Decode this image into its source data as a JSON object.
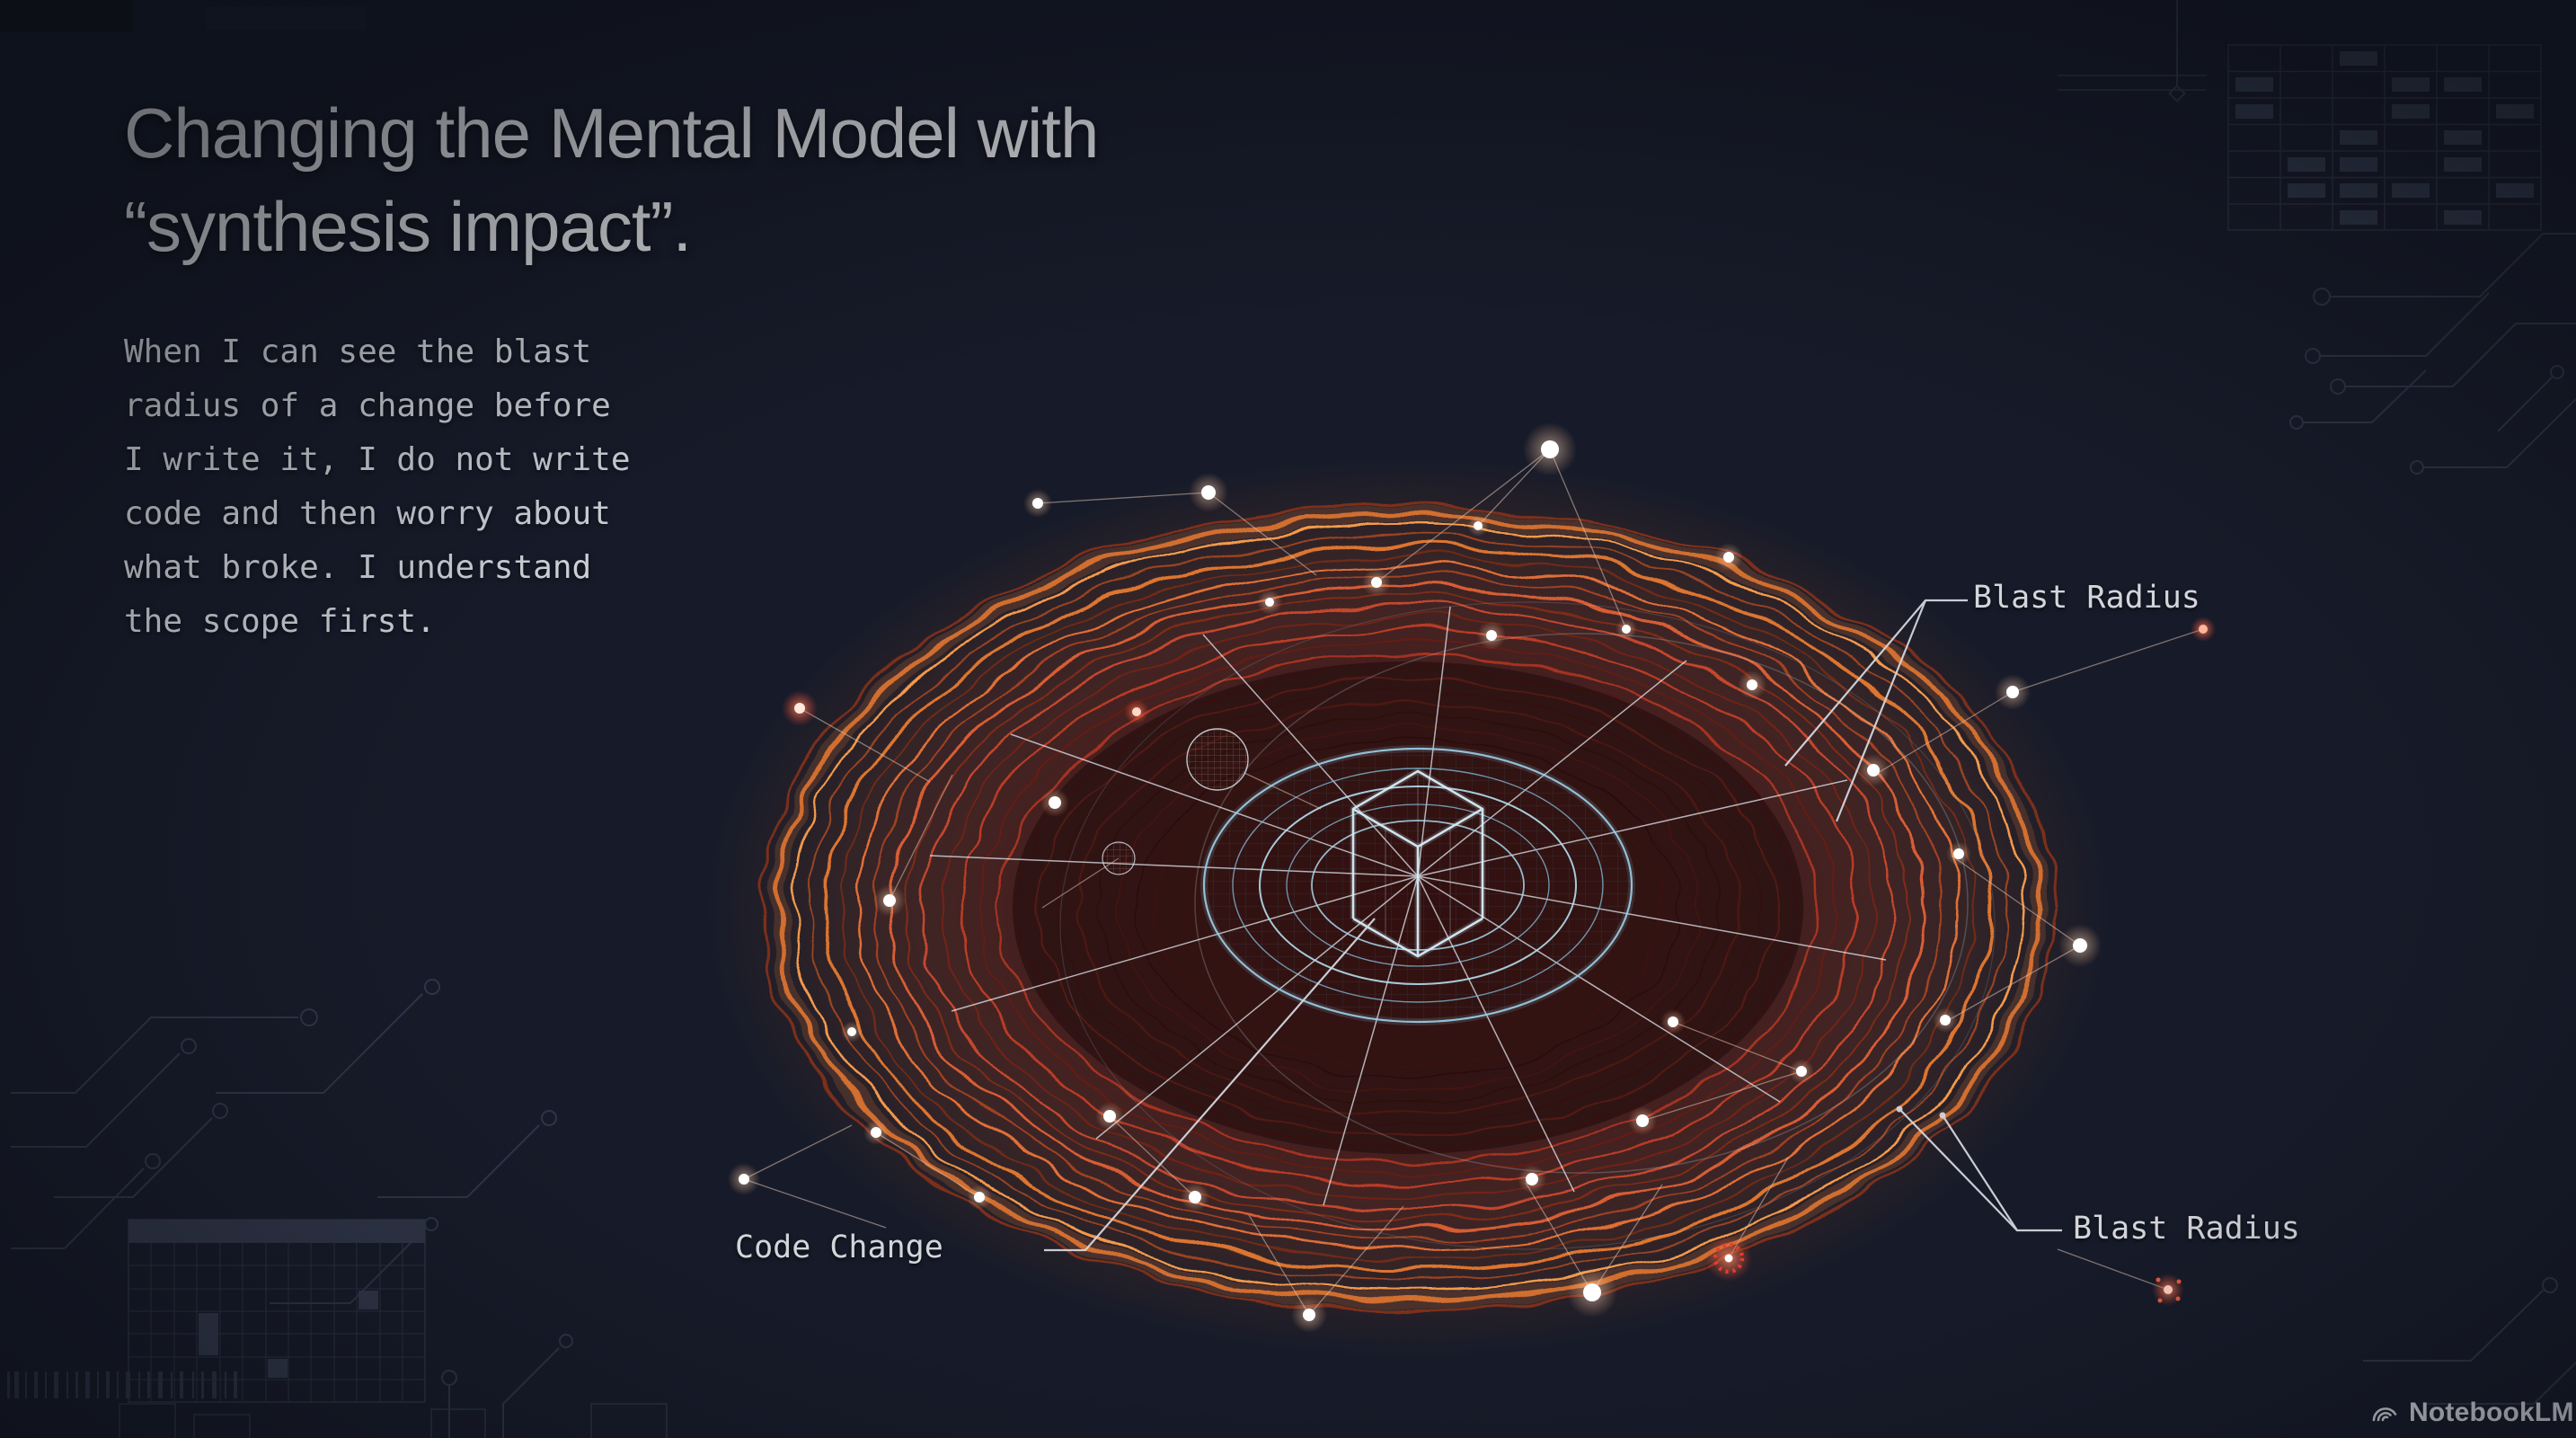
{
  "title": {
    "line1": "Changing the Mental Model with",
    "line2": "“synthesis impact”."
  },
  "quote": {
    "line1": "When I can see the blast",
    "line2": "radius of a change before",
    "line3": "I write it, I do not write",
    "line4": "code and then worry about",
    "line5": "what broke. I understand",
    "line6": "the scope first."
  },
  "labels": {
    "blast_radius_top": "Blast Radius",
    "blast_radius_bottom": "Blast Radius",
    "code_change": "Code Change"
  },
  "branding": {
    "logo_text": "NotebookLM",
    "logo_icon": "notebooklm-arcs-icon"
  },
  "diagram": {
    "center_icon": "wireframe-cube-icon"
  },
  "colors": {
    "background": "#171b29",
    "title_text": "#d8dade",
    "quote_text": "#ccced6",
    "label_text": "#d3d5db",
    "ring_orange": "#ff8c42",
    "ring_red": "#e0402a",
    "core_blue": "#9fd2ea",
    "node_glow": "#fff1e6",
    "decor_line": "#2d3447"
  }
}
